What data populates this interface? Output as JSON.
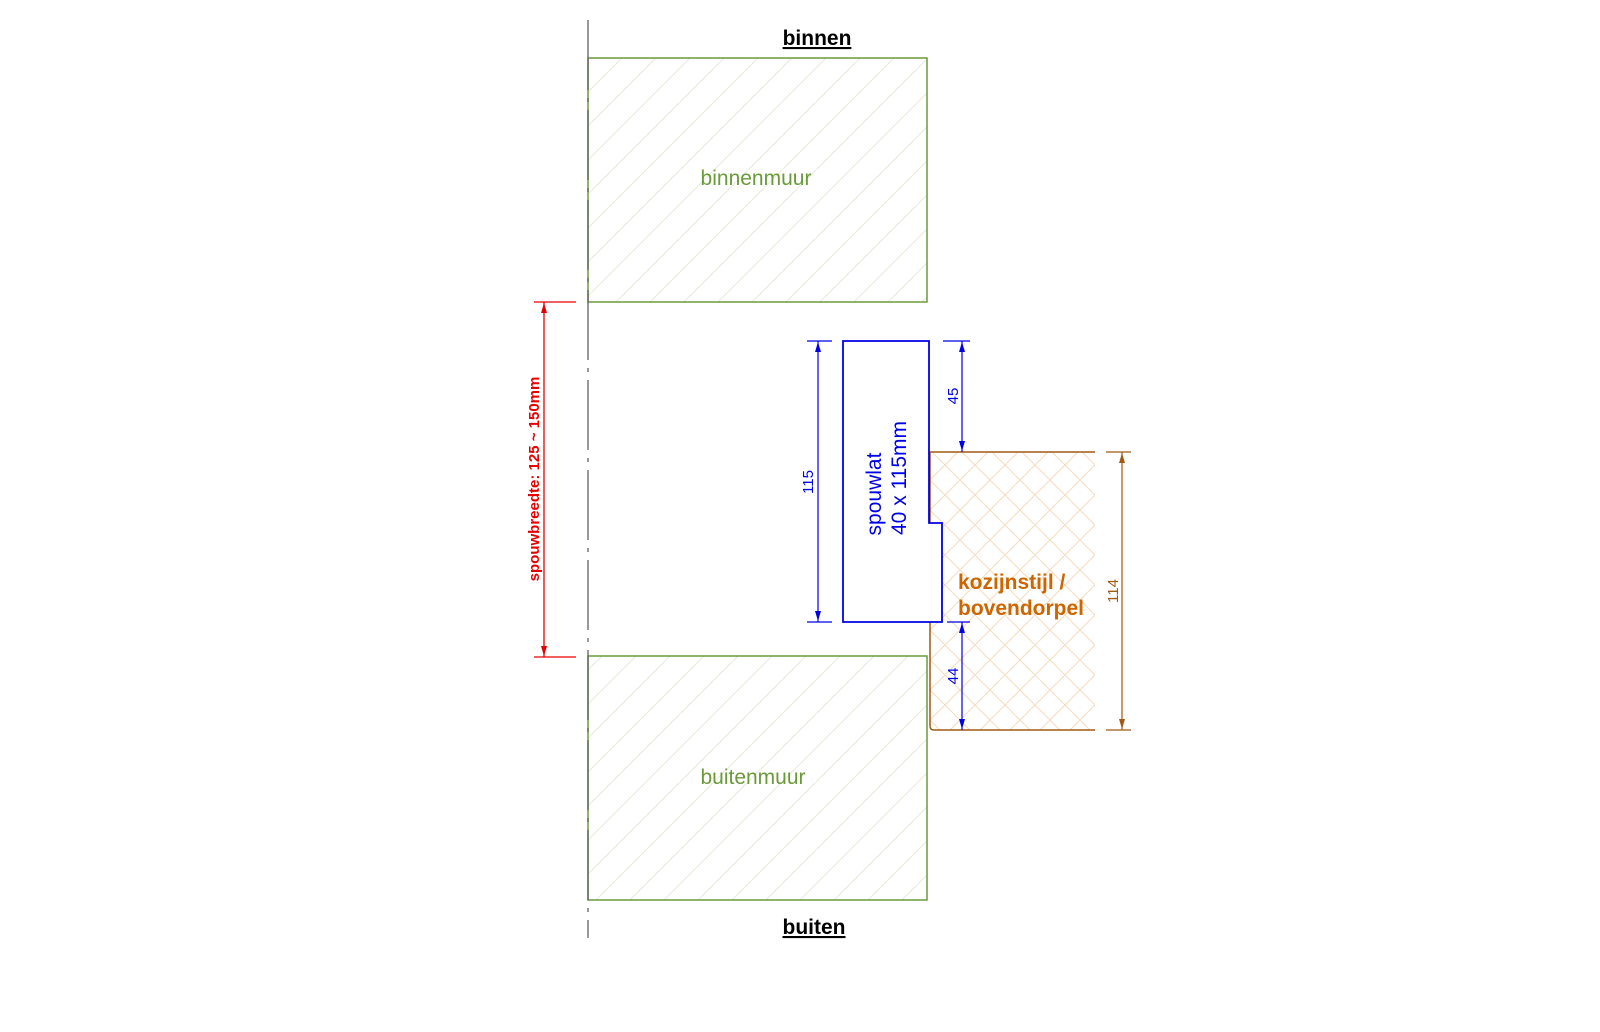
{
  "side_labels": {
    "inside": "binnen",
    "outside": "buiten"
  },
  "walls": {
    "inner": "binnenmuur",
    "outer": "buitenmuur"
  },
  "cavity": {
    "width_label": "spouwbreedte: 125 ~ 150mm"
  },
  "batten": {
    "name": "spouwlat",
    "size": "40 x 115mm",
    "dim_height": "115",
    "dim_top_offset": "45",
    "dim_bottom_offset": "44"
  },
  "frame": {
    "line1": "kozijnstijl /",
    "line2": "bovendorpel",
    "dim_height": "114"
  },
  "colors": {
    "wall": "#6a9a3a",
    "batten": "#0000e6",
    "frame": "#a05a14",
    "frame_text": "#cc6600",
    "cavity_dim": "#e60000",
    "axis": "#555555",
    "wall_hatch": "#e6eadc",
    "frame_hatch": "#f6dcc0"
  }
}
